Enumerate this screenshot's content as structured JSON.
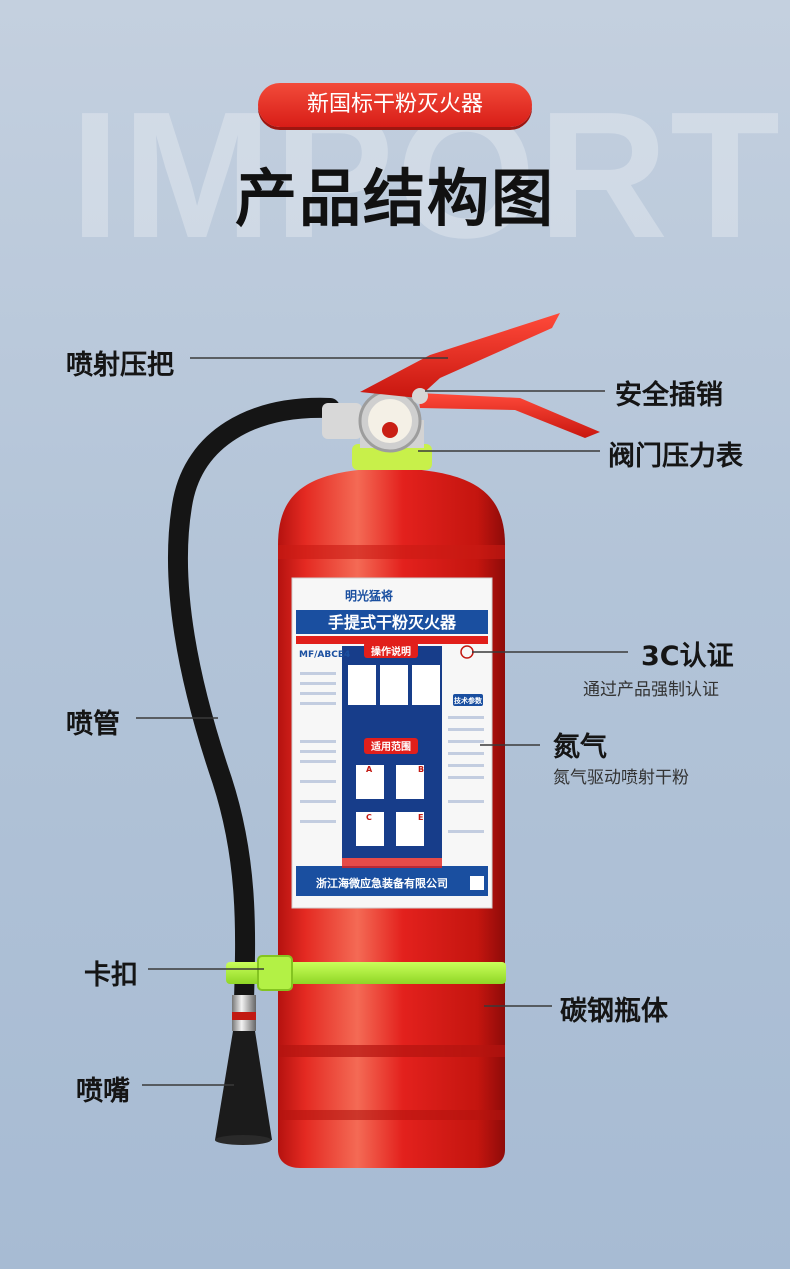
{
  "background_word": "IMPORT",
  "badge": "新国标干粉灭火器",
  "title": "产品结构图",
  "labels": {
    "handle": "喷射压把",
    "safety_pin": "安全插销",
    "gauge": "阀门压力表",
    "cert": "3C认证",
    "cert_desc": "通过产品强制认证",
    "hose": "喷管",
    "nitrogen": "氮气",
    "nitrogen_desc": "氮气驱动喷射干粉",
    "clip": "卡扣",
    "body": "碳钢瓶体",
    "nozzle": "喷嘴"
  },
  "product_label": {
    "brand": "明光猛将",
    "name": "手提式干粉灭火器",
    "model": "MF/ABCE4",
    "operation_title": "操作说明",
    "scope_title": "适用范围",
    "params_title": "技术参数",
    "company": "浙江海微应急装备有限公司",
    "class_letters": [
      "A",
      "B",
      "C",
      "E"
    ]
  },
  "colors": {
    "cylinder_red": "#e3211d",
    "label_blue": "#1a4fa0",
    "hose_black": "#1a1a1a",
    "strap_green": "#a6f038",
    "badge_red": "#d81d17"
  }
}
